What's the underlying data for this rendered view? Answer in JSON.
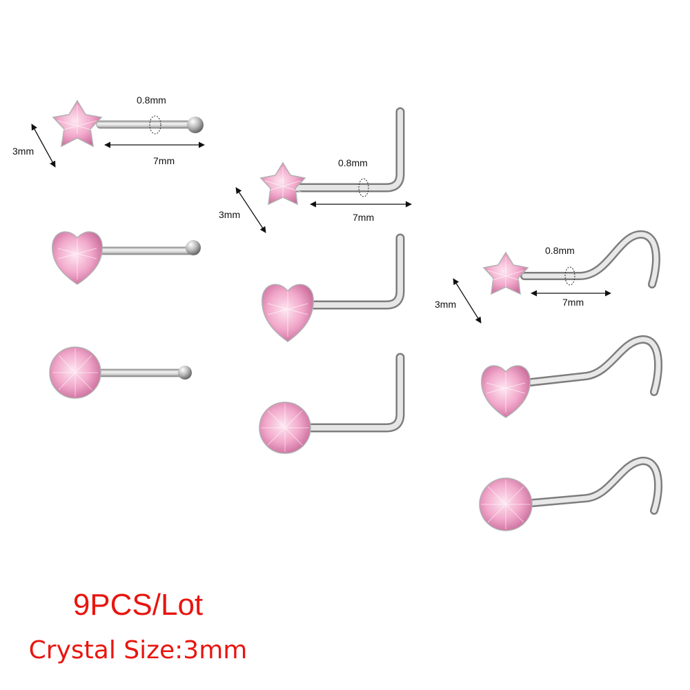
{
  "product": {
    "title": "9PCS/Lot",
    "subtitle": "Crystal Size:3mm"
  },
  "dimensions": {
    "diameter_label": "0.8mm",
    "length_label": "7mm",
    "crystal_label": "3mm"
  },
  "colors": {
    "caption": "#e8150f",
    "crystal_light": "#fbe1ee",
    "crystal_mid": "#f2a6c9",
    "crystal_dark": "#c9699a",
    "metal_light": "#f4f4f4",
    "metal_dark": "#8a8a8a"
  },
  "variants": {
    "styles": [
      "straight",
      "l-shape",
      "screw"
    ],
    "shapes": [
      "star",
      "heart",
      "round"
    ]
  }
}
